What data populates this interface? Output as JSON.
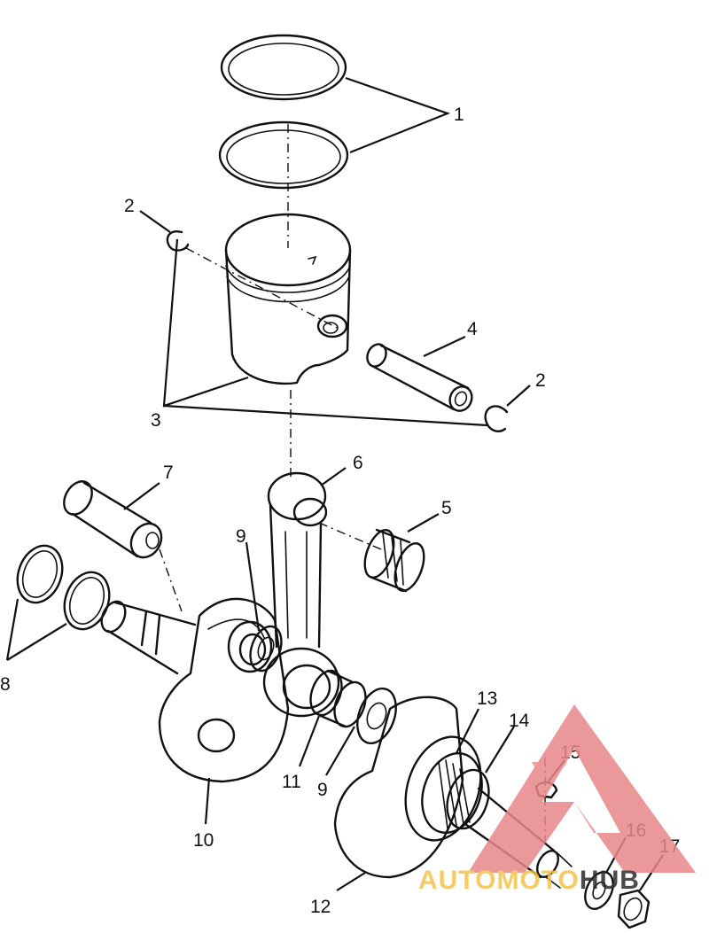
{
  "callouts": [
    {
      "id": "c1",
      "label": "1"
    },
    {
      "id": "c2a",
      "label": "2"
    },
    {
      "id": "c2b",
      "label": "2"
    },
    {
      "id": "c3",
      "label": "3"
    },
    {
      "id": "c4",
      "label": "4"
    },
    {
      "id": "c5",
      "label": "5"
    },
    {
      "id": "c6",
      "label": "6"
    },
    {
      "id": "c7",
      "label": "7"
    },
    {
      "id": "c8",
      "label": "8"
    },
    {
      "id": "c9a",
      "label": "9"
    },
    {
      "id": "c9b",
      "label": "9"
    },
    {
      "id": "c10",
      "label": "10"
    },
    {
      "id": "c11",
      "label": "11"
    },
    {
      "id": "c12",
      "label": "12"
    },
    {
      "id": "c13",
      "label": "13"
    },
    {
      "id": "c14",
      "label": "14"
    },
    {
      "id": "c15",
      "label": "15"
    },
    {
      "id": "c16",
      "label": "16"
    },
    {
      "id": "c17",
      "label": "17"
    }
  ],
  "watermark": {
    "text_part1": "AUTOMOTO",
    "text_part2": "HUB",
    "color_accent": "#e8878a",
    "color_text1": "#f3c24b",
    "color_text2": "#2b2b2b"
  }
}
